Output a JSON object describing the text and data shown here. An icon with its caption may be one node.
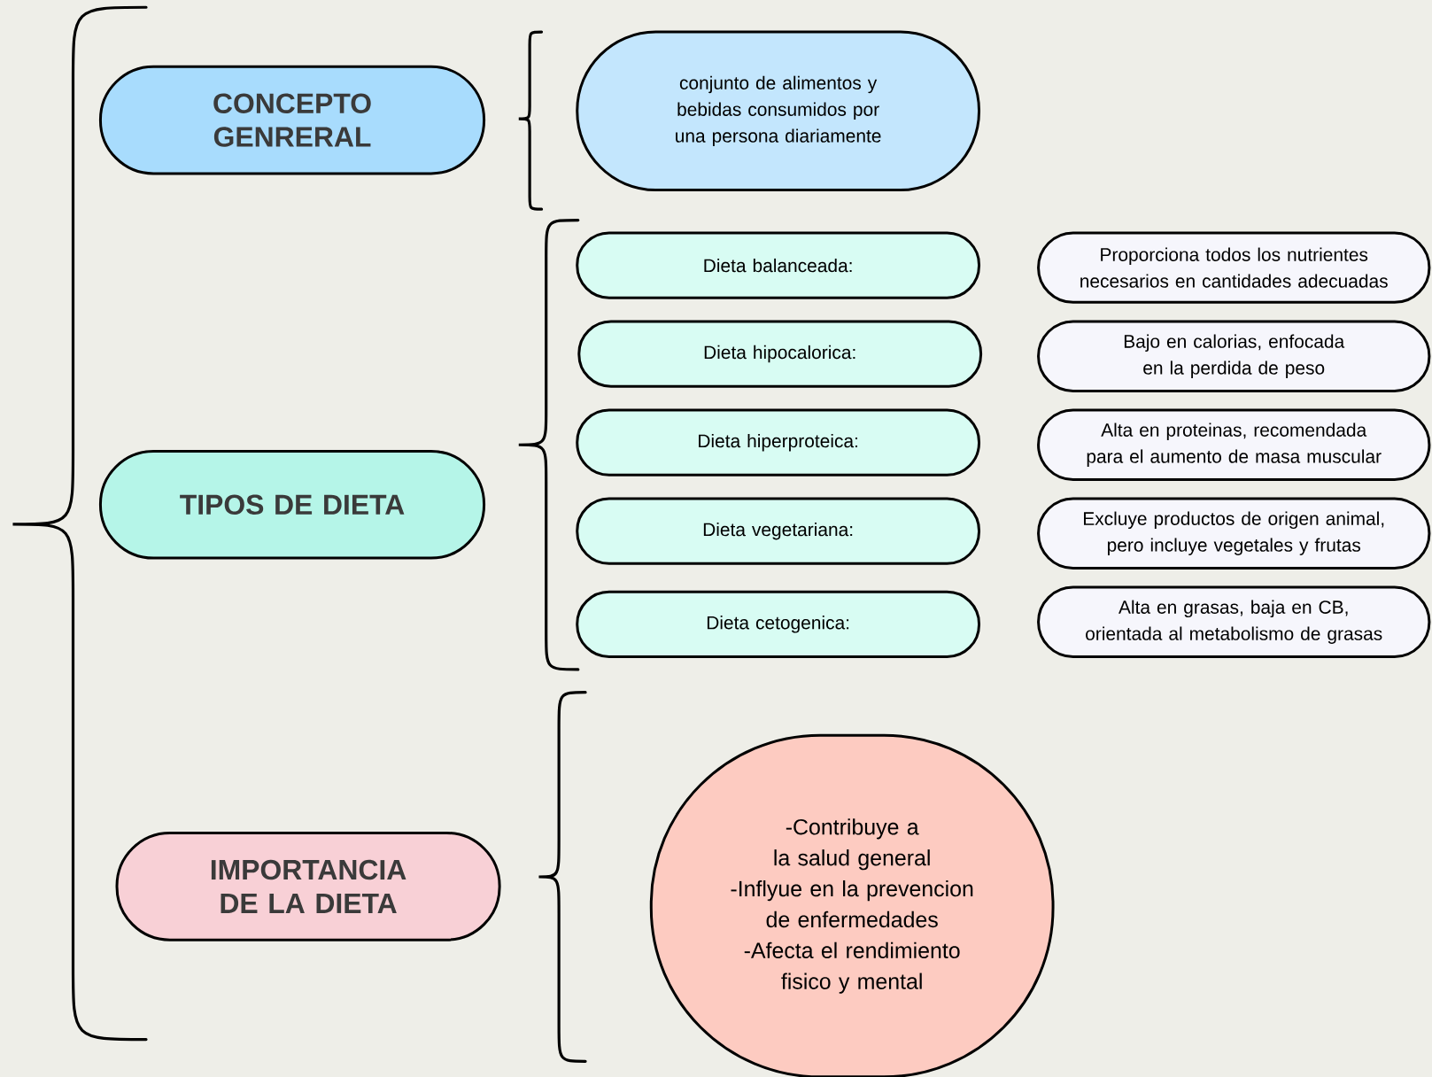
{
  "diagram": {
    "nodes": [
      {
        "text": [
          "CONCEPTO GENRERAL"
        ]
      },
      {
        "text": [
          "conjunto de alimentos y bebidas consumidos por una persona diariamente"
        ]
      },
      {
        "text": [
          "TIPOS DE DIETA"
        ]
      },
      {
        "text": [
          "Dieta balanceada:"
        ]
      },
      {
        "text": [
          "Dieta hipocalorica:"
        ]
      },
      {
        "text": [
          "Dieta hiperproteica:"
        ]
      },
      {
        "text": [
          "Dieta vegetariana:"
        ]
      },
      {
        "text": [
          "Dieta cetogenica:"
        ]
      },
      {
        "text": [
          "Proporciona todos los nutrientes necesarios en cantidades adecuadas"
        ]
      },
      {
        "text": [
          "Bajo en calorias, enfocada en la perdida de peso"
        ]
      },
      {
        "text": [
          "Alta en proteinas, recomendada para el aumento de masa muscular"
        ]
      },
      {
        "text": [
          "Excluye productos de origen animal, pero incluye vegetales y frutas"
        ]
      },
      {
        "text": [
          "Alta en grasas, baja en CB, orientada al metabolismo de grasas"
        ]
      },
      {
        "text": [
          "IMPORTANCIA DE LA DIETA"
        ]
      },
      {
        "text": [
          "-Contribuye a la salud general",
          "-Inflyue en la prevencion de enfermedades",
          "-Afecta el rendimiento fisico y mental"
        ]
      }
    ]
  }
}
